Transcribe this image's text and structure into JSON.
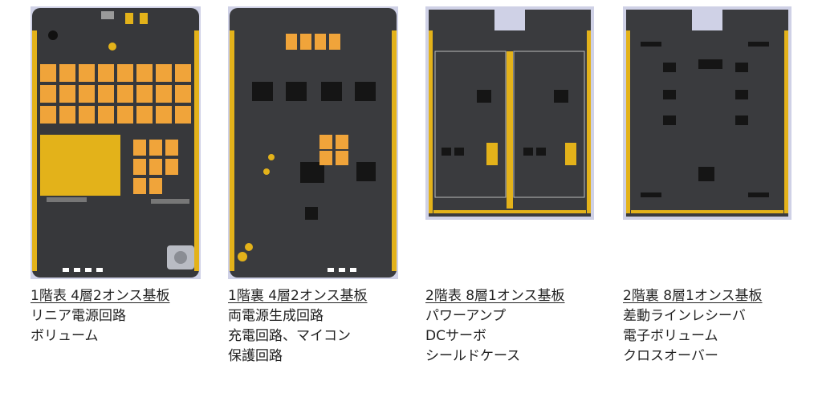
{
  "boards": [
    {
      "title": "1階表 4層2オンス基板",
      "lines": [
        "リニア電源回路",
        "ボリューム"
      ]
    },
    {
      "title": "1階裏 4層2オンス基板",
      "lines": [
        "両電源生成回路",
        "充電回路、マイコン",
        "保護回路"
      ]
    },
    {
      "title": "2階表 8層1オンス基板",
      "lines": [
        "パワーアンプ",
        "DCサーボ",
        "シールドケース"
      ]
    },
    {
      "title": "2階裏 8層1オンス基板",
      "lines": [
        "差動ラインレシーバ",
        "電子ボリューム",
        "クロスオーバー"
      ]
    }
  ],
  "colors": {
    "pcb": "#3a3b3e",
    "gold": "#e3b21a",
    "orange_part": "#f0a43a",
    "chip": "#161616",
    "backdrop": "#cfd1e6"
  }
}
